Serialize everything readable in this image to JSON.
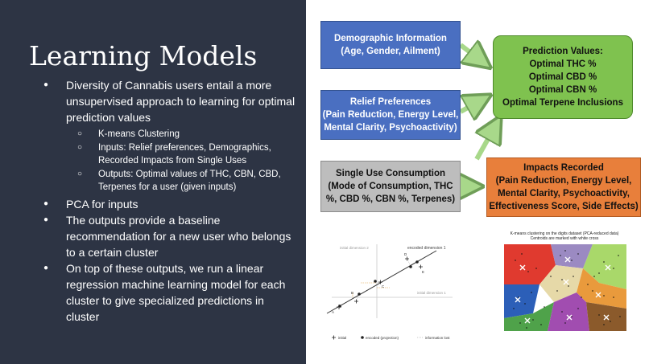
{
  "slide": {
    "title": "Learning Models",
    "bullets": [
      {
        "text": "Diversity of Cannabis users entail a more unsupervised approach to learning for optimal prediction values",
        "sub": [
          "K-means Clustering",
          "Inputs: Relief preferences, Demographics, Recorded Impacts from Single Uses",
          "Outputs: Optimal values of THC, CBN, CBD, Terpenes for a user (given inputs)"
        ]
      },
      {
        "text": "PCA for inputs"
      },
      {
        "text": "The outputs provide a baseline recommendation for a new user who belongs to a certain cluster"
      },
      {
        "text": "On top of these outputs, we run a linear regression machine learning model for each cluster to give specialized predictions in cluster"
      }
    ]
  },
  "diagram": {
    "demographic": "Demographic Information\n(Age, Gender, Ailment)",
    "relief": "Relief Preferences\n(Pain Reduction, Energy Level,\nMental Clarity, Psychoactivity)",
    "consumption": "Single Use Consumption\n(Mode of Consumption, THC\n%, CBD %, CBN %, Terpenes)",
    "prediction": "Prediction Values:\nOptimal THC %\nOptimal CBD %\nOptimal CBN %\nOptimal Terpene Inclusions",
    "impacts": "Impacts Recorded\n(Pain Reduction, Energy Level,\nMental Clarity, Psychoactivity,\nEffectiveness Score, Side Effects)",
    "colors": {
      "blue": "#4a6fc1",
      "green": "#7fc24f",
      "gray": "#bdbdbd",
      "orange": "#e87f3b",
      "arrow": "#a8d88a"
    }
  },
  "pca_figure": {
    "axis1": "initial dimension 1",
    "axis2": "initial dimension 2",
    "encoded": "encoded dimension 1",
    "points": [
      "A",
      "B",
      "C",
      "D",
      "E"
    ],
    "legend": [
      "initial",
      "encoded (projection)",
      "information lost"
    ]
  },
  "kmeans_figure": {
    "title_line1": "K-means clustering on the digits dataset (PCA-reduced data)",
    "title_line2": "Centroids are marked with white cross"
  }
}
